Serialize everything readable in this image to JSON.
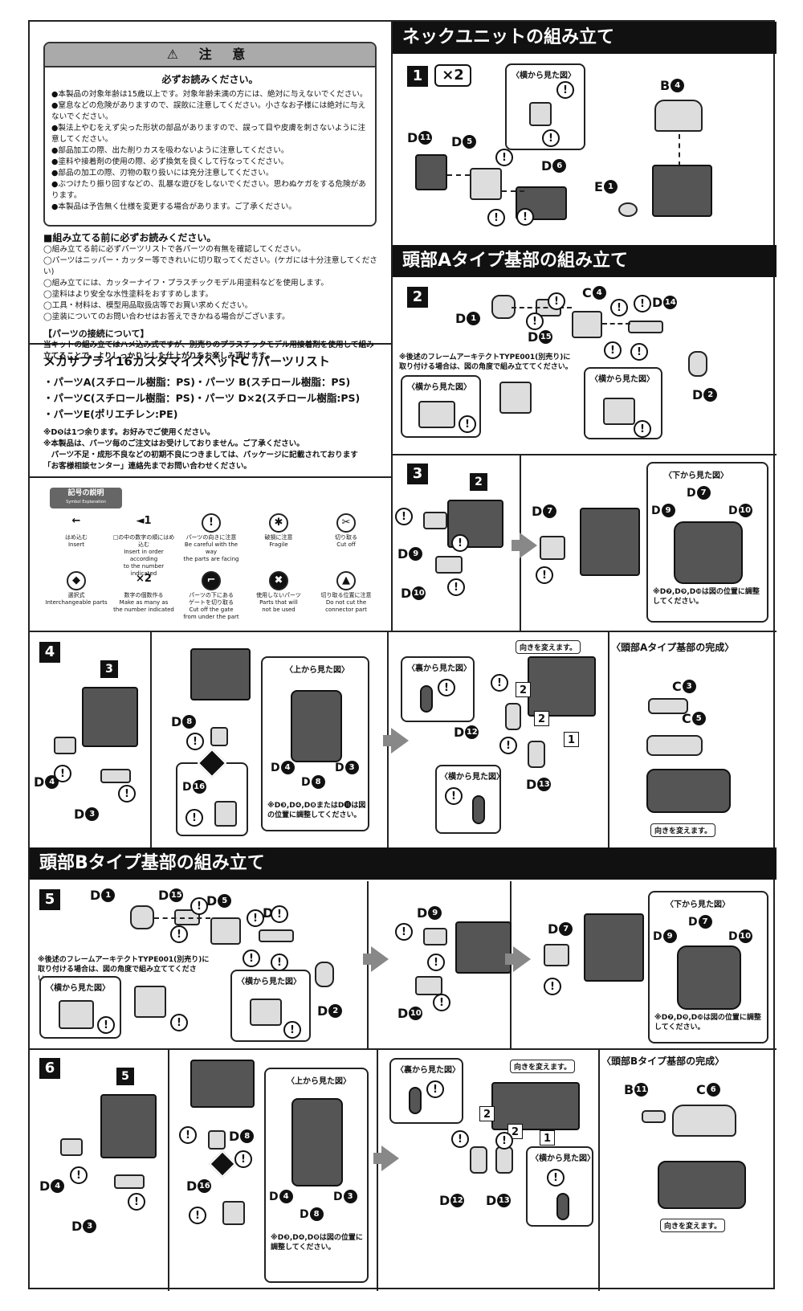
{
  "warning": {
    "title": "注 意",
    "subtitle": "必ずお読みください。",
    "items": [
      "●本製品の対象年齢は15歳以上です。対象年齢未満の方には、絶対に与えないでください。",
      "●窒息などの危険がありますので、誤飲に注意してください。小さなお子様には絶対に与えないでください。",
      "●製法上やむをえず尖った形状の部品がありますので、誤って目や皮膚を刺さないように注意してください。",
      "●部品加工の際、出た削りカスを吸わないように注意してください。",
      "●塗料や接着剤の使用の際、必ず換気を良くして行なってください。",
      "●部品の加工の際、刃物の取り扱いには充分注意してください。",
      "●ぶつけたり振り回すなどの、乱暴な遊びをしないでください。思わぬケガをする危険があります。",
      "●本製品は予告無く仕様を変更する場合があります。ご了承ください。"
    ]
  },
  "prep": {
    "heading": "■組み立てる前に必ずお読みください。",
    "items": [
      "◯組み立てる前に必ずパーツリストで各パーツの有無を確認してください。",
      "◯パーツはニッパー・カッター等できれいに切り取ってください。(ケガには十分注意してください)",
      "◯組み立てには、カッターナイフ・プラスチックモデル用塗料などを使用します。",
      "◯塗料はより安全な水性塗料をおすすめします。",
      "◯工具・材料は、模型用品取扱店等でお買い求めください。",
      "◯塗装についてのお問い合わせはお答えできかねる場合がございます。"
    ],
    "conn_heading": "【パーツの接続について】",
    "conn_text": "当キットの組み立てはハメ込み式ですが、別売りのプラスチックモデル用接着剤を使用して組み立てることで、よりしっかりとした仕上がりをお楽しみ頂けます。"
  },
  "partslist": {
    "title": "メカサプライ16カスタマイズヘッドC /パーツリスト",
    "lines": [
      "・パーツA(スチロール樹脂：PS)・パーツ B(スチロール樹脂：PS)",
      "・パーツC(スチロール樹脂：PS)・パーツ D×2(スチロール樹脂:PS)",
      "・パーツE(ポリエチレン:PE)"
    ],
    "notes": [
      "※D❺は1つ余ります。お好みでご使用ください。",
      "※本製品は、パーツ毎のご注文はお受けしておりません。ご了承ください。",
      "　パーツ不足・成形不良などの初期不良につきましては、パッケージに記載されております",
      "「お客様相談センター」連絡先までお問い合わせください。"
    ]
  },
  "symbols": {
    "badge_jp": "記号の説明",
    "badge_en": "Symbol Explanation",
    "items": [
      {
        "label": "はめ込む\nInsert",
        "icon": "insert-arrow-icon"
      },
      {
        "label": "□の中の数字の順にはめ込む\nInsert in order according\nto the number indicated",
        "icon": "ordered-insert-icon"
      },
      {
        "label": "パーツの向きに注意\nBe careful with the way\nthe parts are facing",
        "icon": "exclamation-icon"
      },
      {
        "label": "破損に注意\nFragile",
        "icon": "fragile-icon"
      },
      {
        "label": "切り取る\nCut off",
        "icon": "cut-icon"
      },
      {
        "label": "選択式\nInterchangeable parts",
        "icon": "interchangeable-icon"
      },
      {
        "label": "数字の個数作る\nMake as many as\nthe number indicated",
        "icon": "multiply-icon"
      },
      {
        "label": "パーツの下にある\nゲートを切り取る\nCut off the gate\nfrom under the part",
        "icon": "gate-icon"
      },
      {
        "label": "使用しないパーツ\nParts that will\nnot be used",
        "icon": "not-used-icon"
      },
      {
        "label": "切り取る位置に注意\nDo not cut the\nconnector part",
        "icon": "connector-icon"
      }
    ],
    "x2": "×2",
    "order_num": "1"
  },
  "sections": {
    "neck": "ネックユニットの組み立て",
    "headA": "頭部Aタイプ基部の組み立て",
    "headB": "頭部Bタイプ基部の組み立て"
  },
  "steps": {
    "s1": "1",
    "s2": "2",
    "s3": "3",
    "s4": "4",
    "s5": "5",
    "s6": "6",
    "times": "×2"
  },
  "panels": {
    "side_view": "〈横から見た図〉",
    "bottom_view": "〈下から見た図〉",
    "top_view": "〈上から見た図〉",
    "back_view": "〈裏から見た図〉",
    "doneA": "〈頭部Aタイプ基部の完成〉",
    "doneB": "〈頭部Bタイプ基部の完成〉",
    "turn": "向きを変えます。"
  },
  "notes": {
    "frame_arch": "※後述のフレームアーキテクトTYPE001(別売り)に取り付ける場合は、図の角度で組み立ててください。",
    "adjust_3": "※D❼,D❾,D❿は図の位置に調整してください。",
    "adjust_4": "※D❸,D❹,D❽またはD⓰は図の位置に調整してください。",
    "adjust_5": "※D❼,D❾,D❿は図の位置に調整してください。",
    "adjust_6": "※D❸,D❹,D❽は図の位置に調整してください。"
  },
  "labels": {
    "B": "B",
    "C": "C",
    "D": "D",
    "E": "E",
    "n1": "1",
    "n2": "2",
    "n3": "3",
    "n4": "4",
    "n5": "5",
    "n6": "6",
    "n7": "7",
    "n8": "8",
    "n9": "9",
    "n10": "10",
    "n11": "11",
    "n12": "12",
    "n13": "13",
    "n14": "14",
    "n15": "15",
    "n16": "16",
    "excl": "!"
  },
  "colors": {
    "header_bg": "#111111",
    "warn_head": "#aaaaaa",
    "arrow": "#888888"
  }
}
